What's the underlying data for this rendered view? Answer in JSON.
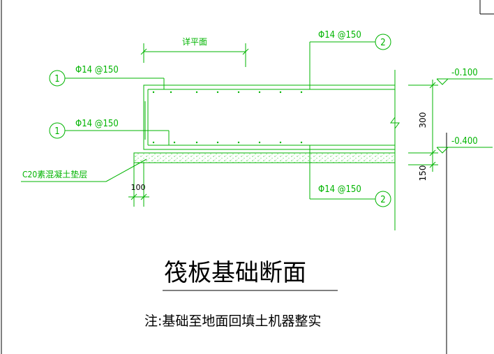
{
  "drawing": {
    "title": "筏板基础断面",
    "note": "注:基础至地面回填土机器整实",
    "dim_label_top": "详平面",
    "rebar_top_right": "Φ14 @150",
    "rebar_bottom_right": "Φ14 @150",
    "rebar_left_top": "Φ14 @150",
    "rebar_left_bottom": "Φ14 @150",
    "bubble_1a": "1",
    "bubble_1b": "1",
    "bubble_2a": "2",
    "bubble_2b": "2",
    "cushion_label": "C20素混凝土垫层",
    "dim_100": "100",
    "dim_300": "300",
    "dim_150": "150",
    "elev_top": "-0.100",
    "elev_bottom": "-0.400"
  },
  "colors": {
    "drawing_line": "#00b400",
    "text_black": "#000000",
    "background": "#ffffff"
  }
}
